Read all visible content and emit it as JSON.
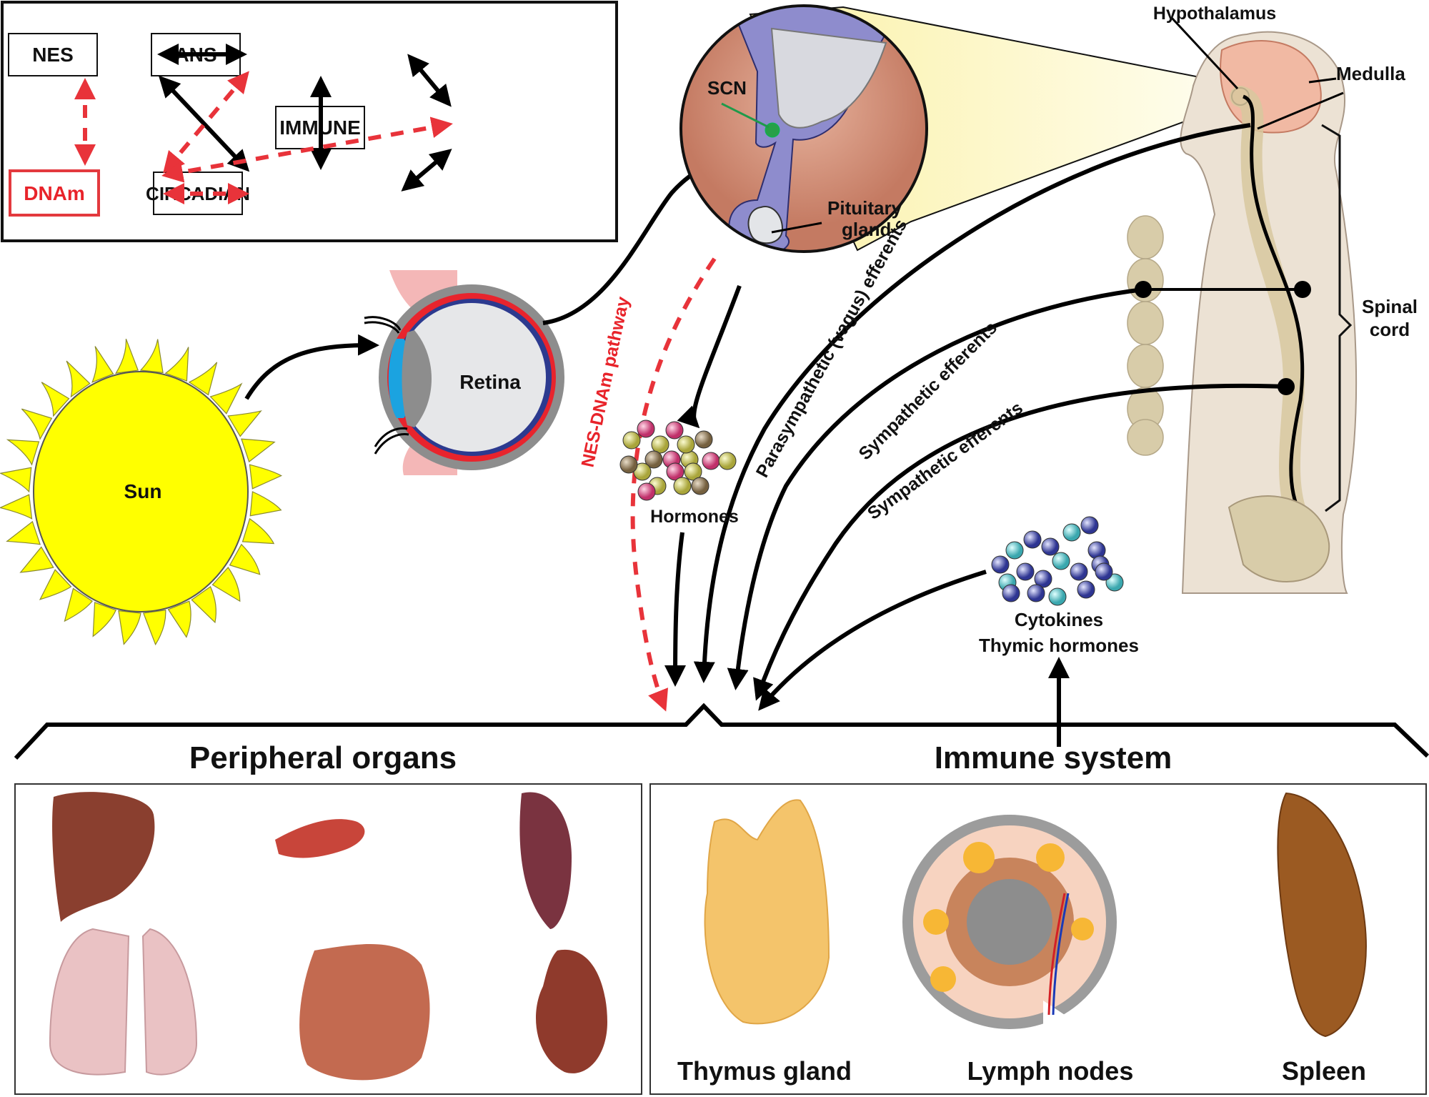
{
  "inset": {
    "nodes": {
      "nes": "NES",
      "ans": "ANS",
      "immune": "IMMUNE",
      "circadian": "CIRCADIAN",
      "dnam": "DNAm"
    }
  },
  "labels": {
    "sun": "Sun",
    "retina": "Retina",
    "scn": "SCN",
    "pituitary_line1": "Pituitary",
    "pituitary_line2": "gland",
    "hypothalamus": "Hypothalamus",
    "medulla": "Medulla",
    "spinal_line1": "Spinal",
    "spinal_line2": "cord",
    "nes_dnam_pathway": "NES-DNAm pathway",
    "hormones": "Hormones",
    "parasympathetic": "Parasympathetic (vagus) efferents",
    "sympathetic_1": "Sympathetic efferents",
    "sympathetic_2": "Sympathetic efferents",
    "cytokines": "Cytokines",
    "thymic_hormones": "Thymic hormones",
    "peripheral_organs": "Peripheral organs",
    "immune_system": "Immune system",
    "thymus": "Thymus gland",
    "lymph_nodes": "Lymph nodes",
    "spleen": "Spleen"
  },
  "colors": {
    "sun": "#ffff00",
    "red_pathway": "#e8232a",
    "hypothalamus_zoom": "#c9806a",
    "cone": "#fdf6b5",
    "body": "#ece3d6",
    "bone": "#d9cca6"
  }
}
